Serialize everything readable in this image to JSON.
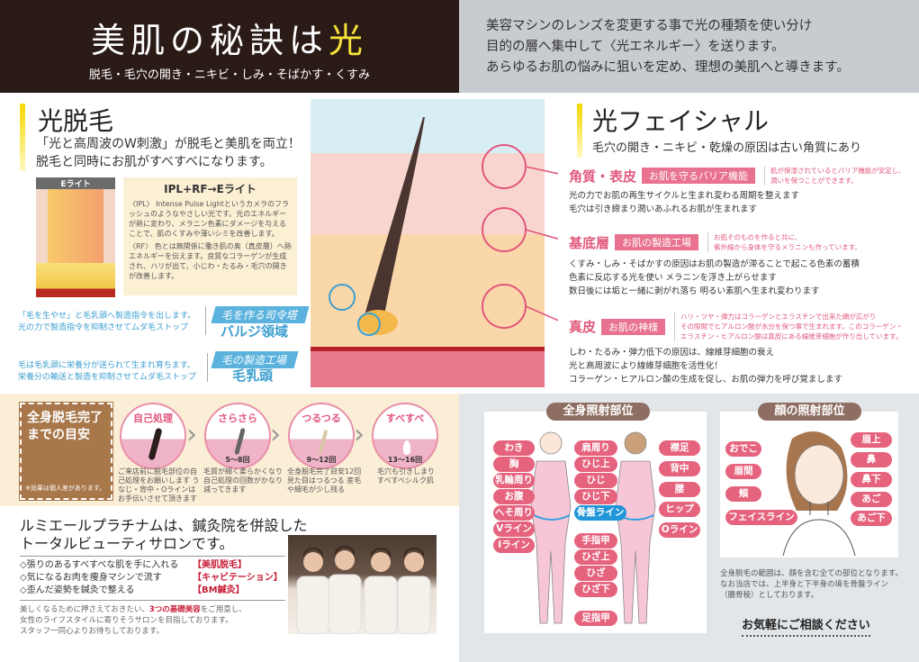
{
  "header": {
    "title_main": "美肌の秘訣は",
    "title_accent": "光",
    "subtitle": "脱毛・毛穴の開き・ニキビ・しみ・そばかす・くすみ",
    "intro": [
      "美容マシンのレンズを変更する事で光の種類を使い分け",
      "目的の層へ集中して〈光エネルギー〉を送ります。",
      "あらゆるお肌の悩みに狙いを定め、理想の美肌へと導きます。"
    ]
  },
  "hair_removal": {
    "title": "光脱毛",
    "lead": [
      "「光と高周波のW刺激」が脱毛と美肌を両立！",
      "脱毛と同時にお肌がすべすべになります。"
    ],
    "elight_label": "Eライト",
    "box_title": "IPL+RF→Eライト",
    "ipl": "〈IPL〉 Intense Pulse Lightというカメラのフラッシュのようなやさしい光です。光のエネルギーが熱に変わり、メラニン色素にダメージを与えることで、肌のくすみや薄いシミを改善します。",
    "rf": "〈RF〉 色とは無関係に働き肌の奥（真皮層）へ熱エネルギーを伝えます。良質なコラーゲンが生成され、ハリが出て、小じわ・たるみ・毛穴の開きが改善します。",
    "bulge": {
      "text": [
        "「毛を生やせ」と毛乳頭へ製造指令を出します。",
        "光の力で製造指令を抑制させてムダ毛ストップ"
      ],
      "tag": "毛を作る司令塔",
      "name": "バルジ領域"
    },
    "papilla": {
      "text": [
        "毛は毛乳頭に栄養分が送られて生まれ育ちます。",
        "栄養分の輸送と製造を抑制させてムダ毛ストップ"
      ],
      "tag": "毛の製造工場",
      "name": "毛乳頭"
    }
  },
  "facial": {
    "title": "光フェイシャル",
    "lead": "毛穴の開き・ニキビ・乾燥の原因は古い角質にあり",
    "layers": [
      {
        "name": "角質・表皮",
        "tag": "お肌を守るバリア機能",
        "note": [
          "肌が保湿されているとバリア機能が安定し、",
          "潤いを保つことができます。"
        ],
        "body": [
          "光の力でお肌の再生サイクルと生まれ変わる周期を整えます",
          "毛穴は引き締まり潤いあふれるお肌が生まれます"
        ]
      },
      {
        "name": "基底層",
        "tag": "お肌の製造工場",
        "note": [
          "お肌そのものを作ると共に、",
          "紫外線から身体を守るメラニンも作っています。"
        ],
        "body": [
          "くすみ・しみ・そばかすの原因はお肌の製造が滞ることで起こる色素の蓄積",
          "色素に反応する光を使い メラニンを浮き上がらせます",
          "数日後には垢と一緒に剥がれ落ち 明るい素肌へ生まれ変わります"
        ]
      },
      {
        "name": "真皮",
        "tag": "お肌の神様",
        "note": [
          "ハリ・ツヤ・弾力はコラーゲンとエラスチンで出来た網が広がり",
          "その隙間でヒアルロン酸が水分を保つ事で生まれます。このコラーゲン・",
          "エラスチン・ヒアルロン酸は真皮にある線維芽細胞が作り出しています。"
        ],
        "body": [
          "しわ・たるみ・弾力低下の原因は、線維芽細胞の衰え",
          "光と高周波により線維芽細胞を活性化！",
          "コラーゲン・ヒアルロン酸の生成を促し、お肌の弾力を呼び覚まします"
        ]
      }
    ]
  },
  "timeline": {
    "title": [
      "全身脱毛完了",
      "までの目安"
    ],
    "note": "※効果は個人差があります。",
    "steps": [
      {
        "label": "自己処理",
        "count": "",
        "caption": "ご来店前に脱毛部位の自己処理をお願いします うなじ・背中・Oラインはお手伝いさせて頂きます"
      },
      {
        "label": "さらさら",
        "count": "5〜8回",
        "caption": "毛質が細く柔らかくなり自己処理の回数がかなり減ってきます"
      },
      {
        "label": "つるつる",
        "count": "9〜12回",
        "caption": "全身脱毛完了目安12回 見た目はつるつる 産毛や細毛が少し残る"
      },
      {
        "label": "すべすべ",
        "count": "13〜16回",
        "caption": "毛穴も引きしまり すべすべシルク肌"
      }
    ]
  },
  "salon": {
    "heading": [
      "ルミエールプラチナムは、鍼灸院を併設した",
      "トータルビューティサロンです。"
    ],
    "services": [
      {
        "text": "◇張りのあるすべすべな肌を手に入れる",
        "name": "【美肌脱毛】"
      },
      {
        "text": "◇気になるお肉を痩身マシンで流す",
        "name": "【キャビテーション】"
      },
      {
        "text": "◇歪んだ姿勢を鍼灸で整える",
        "name": "【BM鍼灸】"
      }
    ],
    "para_a": "美しくなるために押さえておきたい、",
    "para_hl": "3つの基礎美容",
    "para_b": "をご用意し、",
    "para_2": "女性のライフスタイルに寄りそうサロンを目指しております。",
    "para_3": "スタッフ一同心よりお待ちしております。"
  },
  "body_map": {
    "title": "全身照射部位",
    "left": [
      "わき",
      "胸",
      "乳輪周り",
      "お腹",
      "へそ周り",
      "Vライン",
      "Iライン"
    ],
    "center": [
      "肩周り",
      "ひじ上",
      "ひじ",
      "ひじ下",
      "骨盤ライン",
      "手指甲",
      "ひざ上",
      "ひざ",
      "ひざ下",
      "足指甲"
    ],
    "right": [
      "襟足",
      "背中",
      "腰",
      "ヒップ",
      "Oライン"
    ]
  },
  "face_map": {
    "title": "顔の照射部位",
    "left": [
      "おでこ",
      "眉間",
      "頬",
      "フェイスライン"
    ],
    "right": [
      "眉上",
      "鼻",
      "鼻下",
      "あご",
      "あご下"
    ]
  },
  "footer": {
    "note": [
      "全身脱毛の範囲は、顔を含む全ての部位となります。",
      "なお当店では、上半身と下半身の境を骨盤ライン",
      "（腸骨稜）としております。"
    ],
    "cta": "お気軽にご相談ください"
  }
}
